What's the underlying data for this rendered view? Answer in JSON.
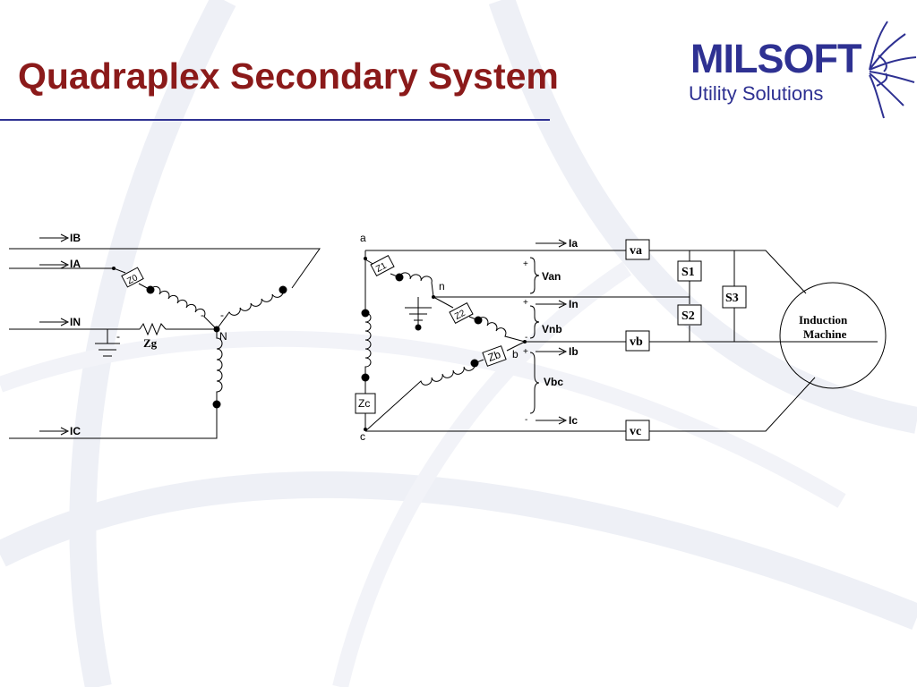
{
  "title": "Quadraplex Secondary System",
  "logo": {
    "name": "MILSOFT",
    "subtitle": "Utility Solutions"
  },
  "colors": {
    "title": "#8b1a1a",
    "rule": "#2e3192",
    "brand": "#2e3192"
  },
  "left_circuit": {
    "currents": [
      "IB",
      "IA",
      "IN",
      "IC"
    ],
    "impedance_z0": "Z0",
    "ground_impedance": "Zg",
    "neutral_node": "N",
    "polarity_minus": "-"
  },
  "right_circuit": {
    "nodes": {
      "a": "a",
      "b": "b",
      "c": "c",
      "n": "n"
    },
    "impedances": {
      "z1": "Z1",
      "z2": "Z2",
      "zb": "Zb",
      "zc": "Zc"
    },
    "currents": {
      "ia": "Ia",
      "in": "In",
      "ib": "Ib",
      "ic": "Ic"
    },
    "voltages": {
      "van": "Van",
      "vnb": "Vnb",
      "vbc": "Vbc"
    },
    "polarity_plus": "+",
    "polarity_minus": "-",
    "meters": {
      "va": "va",
      "vb": "vb",
      "vc": "vc"
    },
    "switches": {
      "s1": "S1",
      "s2": "S2",
      "s3": "S3"
    },
    "machine": {
      "line1": "Induction",
      "line2": "Machine"
    }
  }
}
